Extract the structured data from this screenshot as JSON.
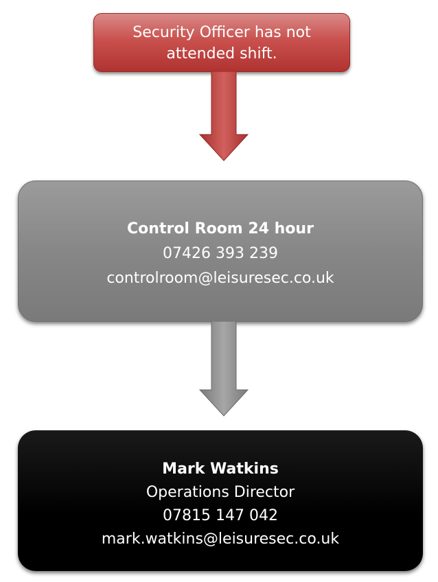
{
  "alert_box": {
    "line1": "Security Officer has not",
    "line2": "attended shift."
  },
  "control_box": {
    "title": "Control Room 24 hour",
    "phone": "07426 393 239",
    "email": "controlroom@leisuresec.co.uk"
  },
  "director_box": {
    "name": "Mark Watkins",
    "role": "Operations Director",
    "phone": "07815 147 042",
    "email": "mark.watkins@leisuresec.co.uk"
  },
  "colors": {
    "alert": "#c9514e",
    "control": "#878787",
    "director": "#000000",
    "arrow_red": "#c44744",
    "arrow_grey": "#8c8c8c"
  }
}
